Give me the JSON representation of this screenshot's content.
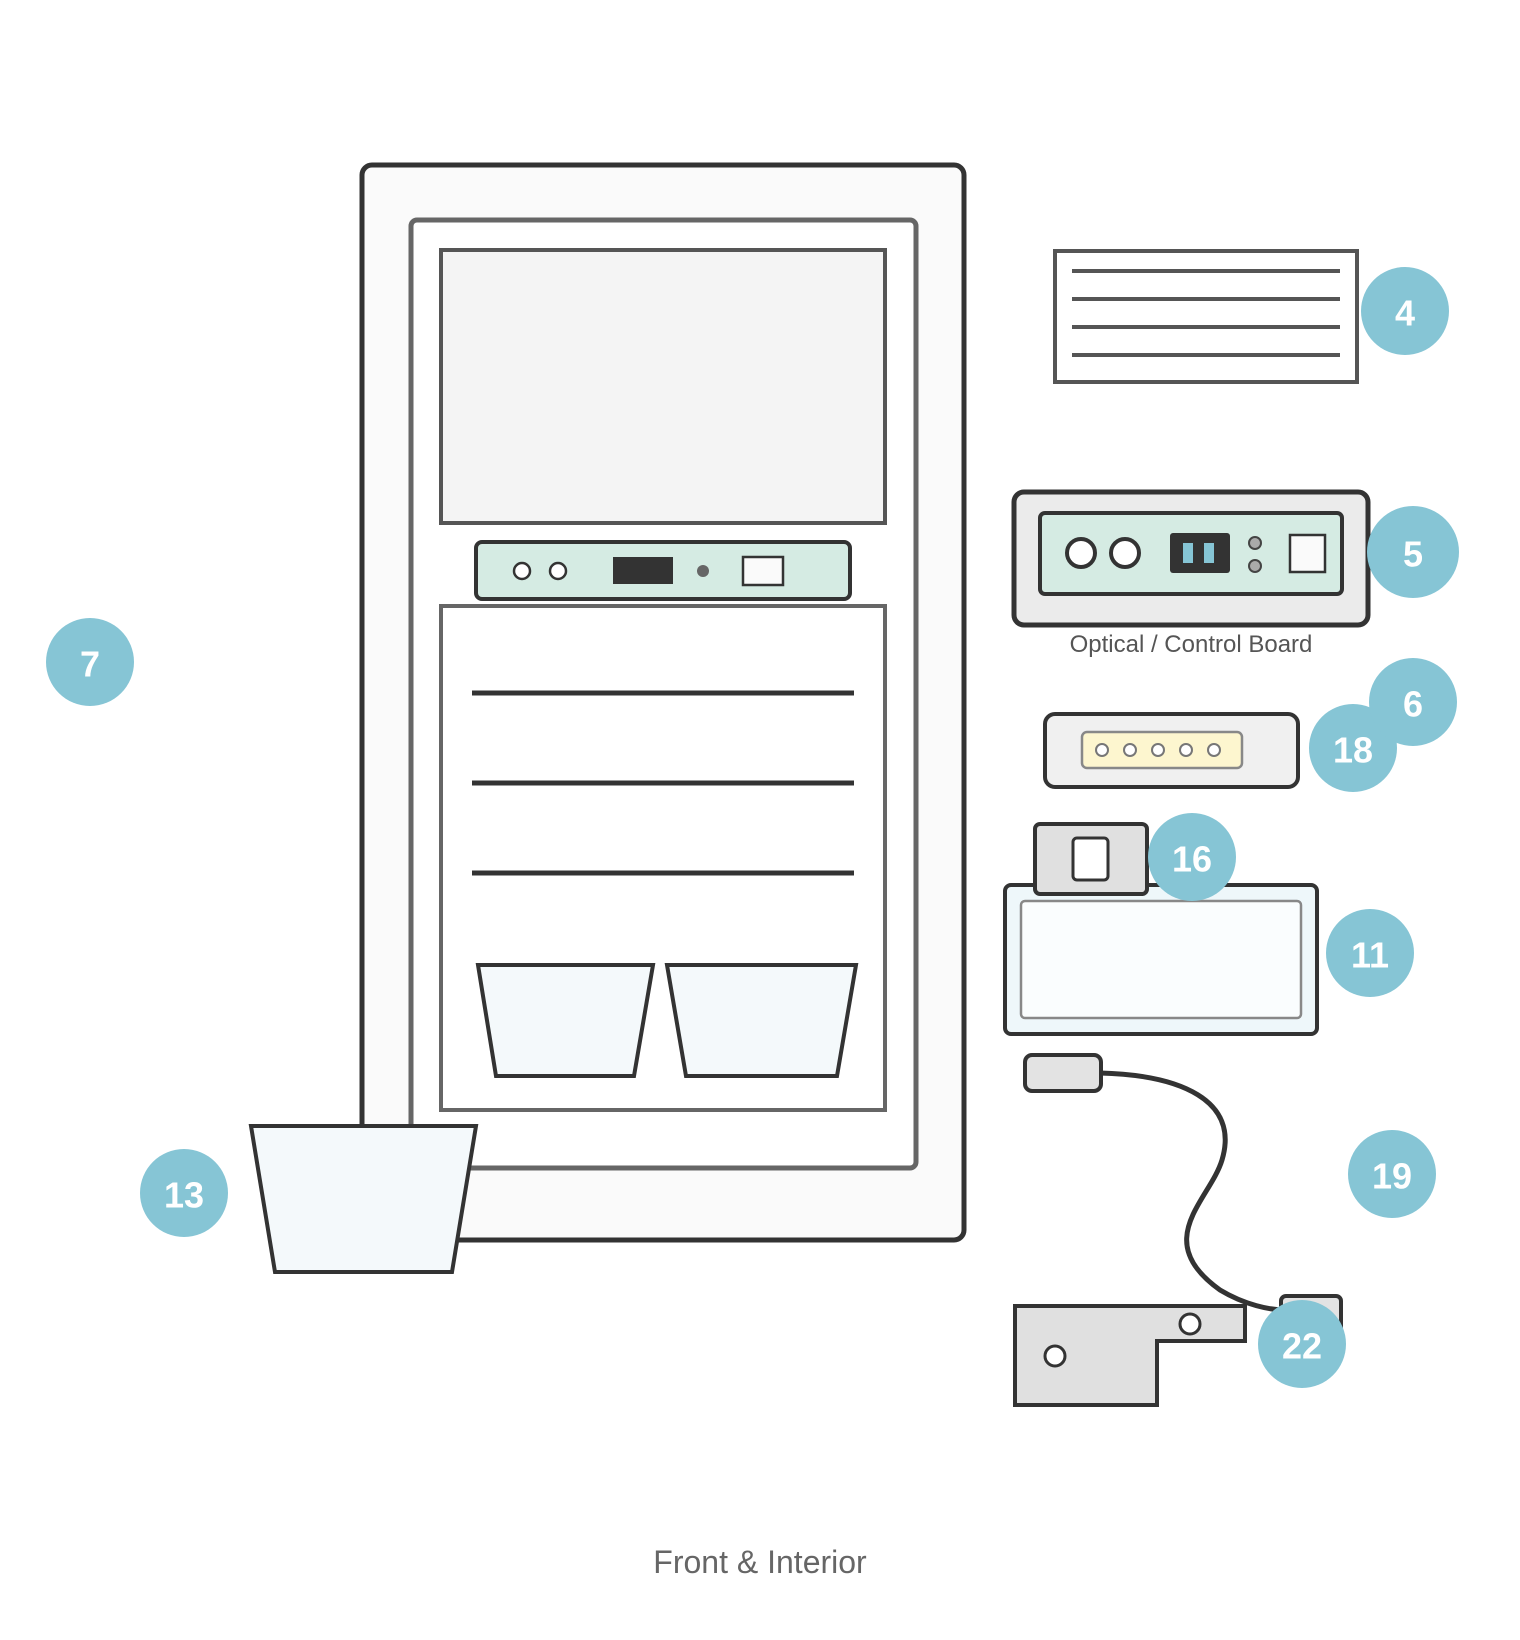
{
  "colors": {
    "badge": "#86c5d5",
    "outline": "#333333",
    "panel_fill": "#d5ebe3",
    "tray_fill": "#f4f9fb",
    "connector_fill": "#fdf6cf"
  },
  "callouts": [
    {
      "id": "callout-4",
      "label": "4"
    },
    {
      "id": "callout-5",
      "label": "5"
    },
    {
      "id": "callout-6",
      "label": "6"
    },
    {
      "id": "callout-7",
      "label": "7"
    },
    {
      "id": "callout-11",
      "label": "11"
    },
    {
      "id": "callout-13",
      "label": "13"
    },
    {
      "id": "callout-16",
      "label": "16"
    },
    {
      "id": "callout-18",
      "label": "18"
    },
    {
      "id": "callout-19",
      "label": "19"
    },
    {
      "id": "callout-22",
      "label": "22"
    }
  ],
  "labels": {
    "control_board": "Optical / Control Board",
    "footer": "Front & Interior"
  }
}
